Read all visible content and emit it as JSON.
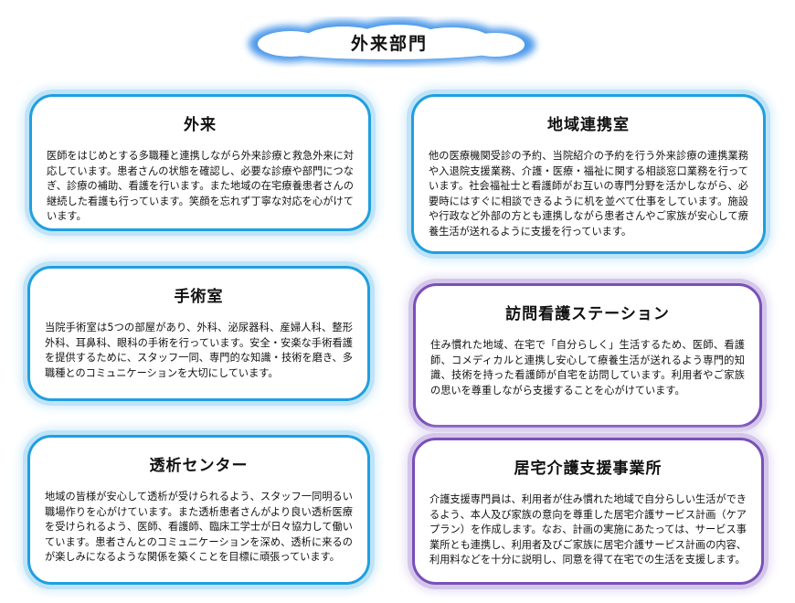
{
  "header": {
    "title": "外来部門"
  },
  "colors": {
    "blue_border": "#1f9fe0",
    "purple_border": "#7a4fb8"
  },
  "cards": [
    {
      "title": "外来",
      "body": "医師をはじめとする多職種と連携しながら外来診療と救急外来に対応しています。患者さんの状態を確認し、必要な診療や部門につなぎ、診療の補助、看護を行います。また地域の在宅療養患者さんの継続した看護も行っています。笑顔を忘れず丁寧な対応を心がけています。"
    },
    {
      "title": "地域連携室",
      "body": "他の医療機関受診の予約、当院紹介の予約を行う外来診療の連携業務や入退院支援業務、介護・医療・福祉に関する相談窓口業務を行っています。社会福祉士と看護師がお互いの専門分野を活かしながら、必要時にはすぐに相談できるように机を並べて仕事をしています。施設や行政など外部の方とも連携しながら患者さんやご家族が安心して療養生活が送れるように支援を行っています。"
    },
    {
      "title": "手術室",
      "body": "当院手術室は5つの部屋があり、外科、泌尿器科、産婦人科、整形外科、耳鼻科、眼科の手術を行っています。安全・安楽な手術看護を提供するために、スタッフ一同、専門的な知識・技術を磨き、多職種とのコミュニケーションを大切にしています。"
    },
    {
      "title": "訪問看護ステーション",
      "body": "住み慣れた地域、在宅で「自分らしく」生活するため、医師、看護師、コメディカルと連携し安心して療養生活が送れるよう専門的知識、技術を持った看護師が自宅を訪問しています。利用者やご家族の思いを尊重しながら支援することを心がけています。"
    },
    {
      "title": "透析センター",
      "body": "地域の皆様が安心して透析が受けられるよう、スタッフ一同明るい職場作りを心がけています。また透析患者さんがより良い透析医療を受けられるよう、医師、看護師、臨床工学士が日々協力して働いています。患者さんとのコミュニケーションを深め、透析に来るのが楽しみになるような関係を築くことを目標に頑張っています。"
    },
    {
      "title": "居宅介護支援事業所",
      "body": "介護支援専門員は、利用者が住み慣れた地域で自分らしい生活ができるよう、本人及び家族の意向を尊重した居宅介護サービス計画（ケアプラン）を作成します。なお、計画の実施にあたっては、サービス事業所とも連携し、利用者及びご家族に居宅介護サービス計画の内容、利用料などを十分に説明し、同意を得て在宅での生活を支援します。"
    }
  ]
}
